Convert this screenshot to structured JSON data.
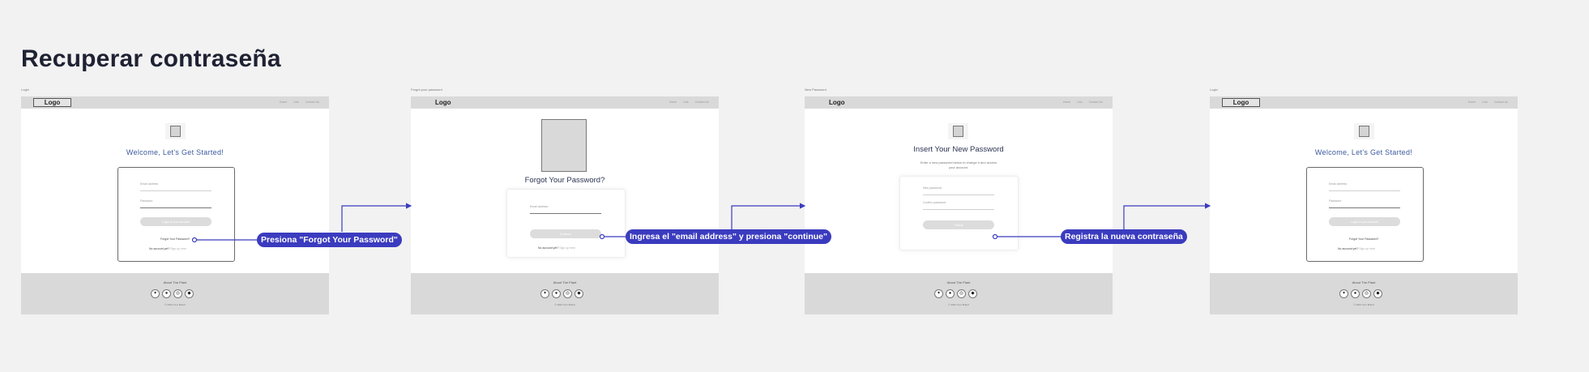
{
  "title": "Recuperar contraseña",
  "accent_color": "#3b3bbf",
  "frames": [
    {
      "caption": "Login",
      "logo": "Logo",
      "nav": [
        "Home",
        "Link",
        "Contact Us"
      ],
      "heading": "Welcome, Let's Get Started!",
      "fields": [
        "Email address",
        "Password"
      ],
      "button": "Login to your account",
      "forgot": "Forgot Your Password?",
      "signup": {
        "text": "No account yet?",
        "link": "Sign up here"
      },
      "footer": {
        "title": "About The Plant",
        "copyright": "© 2022 Your Brand"
      }
    },
    {
      "caption": "Forgot your password",
      "logo": "Logo",
      "nav": [
        "Home",
        "Link",
        "Contact Us"
      ],
      "heading": "Forgot Your Password?",
      "fields": [
        "Email address"
      ],
      "button": "Continue",
      "signup": {
        "text": "No account yet?",
        "link": "Sign up here"
      },
      "footer": {
        "title": "About The Plant",
        "copyright": "© 2022 Your Brand"
      }
    },
    {
      "caption": "New Password",
      "logo": "Logo",
      "nav": [
        "Home",
        "Link",
        "Contact Us"
      ],
      "heading": "Insert Your New Password",
      "description": "Enter a new password below to change it and access your account.",
      "fields": [
        "New password",
        "Confirm password"
      ],
      "button": "Submit",
      "footer": {
        "title": "About The Plant",
        "copyright": "© 2022 Your Brand"
      }
    },
    {
      "caption": "Login",
      "logo": "Logo",
      "nav": [
        "Home",
        "Link",
        "Contact Us"
      ],
      "heading": "Welcome, Let's Get Started!",
      "fields": [
        "Email address",
        "Password"
      ],
      "button": "Login to your account",
      "forgot": "Forgot Your Password?",
      "signup": {
        "text": "No account yet?",
        "link": "Sign up here"
      },
      "footer": {
        "title": "About The Plant",
        "copyright": "© 2022 Your Brand"
      }
    }
  ],
  "annotations": [
    "Presiona \"Forgot Your Password\"",
    "Ingresa el \"email address\" y presiona \"continue\"",
    "Registra la nueva contraseña"
  ],
  "social_icons": [
    "twitter-icon",
    "facebook-icon",
    "instagram-icon",
    "github-icon"
  ]
}
